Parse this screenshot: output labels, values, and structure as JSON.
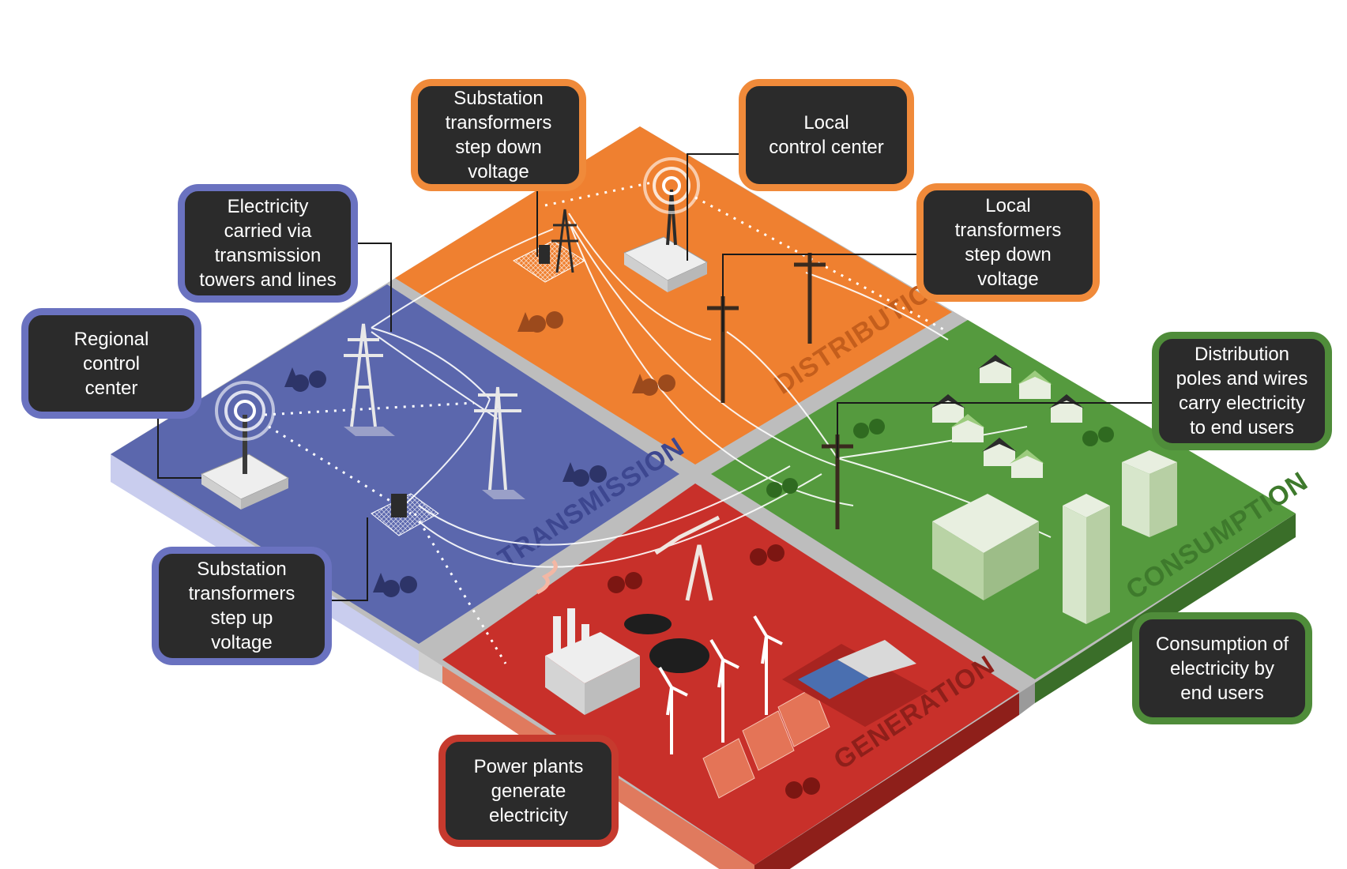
{
  "colors": {
    "transmission": "#5b67ad",
    "distribution": "#ef8030",
    "consumption": "#559a3e",
    "generation": "#c8302a",
    "road": "#b9b9b9",
    "callout_fill": "#2b2b2b"
  },
  "zones": {
    "transmission": "TRANSMISSION",
    "distribution": "DISTRIBUTION",
    "consumption": "CONSUMPTION",
    "generation": "GENERATION"
  },
  "callouts": {
    "substation_step_down": "Substation\ntransformers\nstep down\nvoltage",
    "local_control_center": "Local\ncontrol center",
    "local_transformers": "Local\ntransformers\nstep down\nvoltage",
    "transmission_lines": "Electricity\ncarried via\ntransmission\ntowers and lines",
    "regional_control_center": "Regional\ncontrol\ncenter",
    "distribution_poles": "Distribution\npoles and wires\ncarry electricity\nto end users",
    "substation_step_up": "Substation\ntransformers\nstep up\nvoltage",
    "consumption_end_users": "Consumption of\nelectricity by\nend users",
    "power_plants": "Power plants\ngenerate\nelectricity"
  },
  "icons": [
    "transmission-tower-icon",
    "control-center-icon",
    "substation-icon",
    "utility-pole-icon",
    "house-icon",
    "office-building-icon",
    "factory-icon",
    "wind-turbine-icon",
    "solar-panel-icon",
    "oil-pump-icon",
    "coal-pile-icon",
    "dam-icon",
    "tree-icon",
    "signal-icon"
  ]
}
